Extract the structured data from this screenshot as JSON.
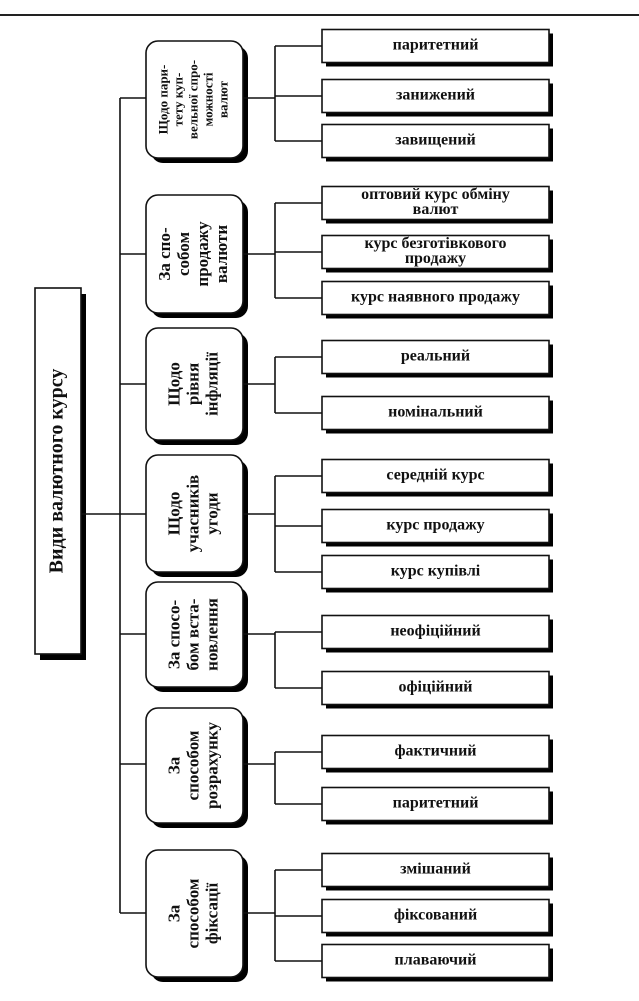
{
  "root": {
    "label": "Види валютного курсу"
  },
  "categories": [
    {
      "lines": [
        "Щодо пари-",
        "тету куп-",
        "вельної спро-",
        "можності",
        "валют"
      ],
      "items": [
        "паритетний",
        "занижений",
        "завищений"
      ]
    },
    {
      "lines": [
        "За спо-",
        "собом",
        "продажу",
        "валюти"
      ],
      "items": [
        [
          "оптовий курс обміну",
          "валют"
        ],
        [
          "курс безготівкового",
          "продажу"
        ],
        [
          "курс наявного продажу"
        ]
      ]
    },
    {
      "lines": [
        "Щодо",
        "рівня",
        "інфляції"
      ],
      "items": [
        "реальний",
        "номінальний"
      ]
    },
    {
      "lines": [
        "Щодо",
        "учасників",
        "угоди"
      ],
      "items": [
        "середній курс",
        "курс продажу",
        "курс купівлі"
      ]
    },
    {
      "lines": [
        "За спосо-",
        "бом вста-",
        "новлення"
      ],
      "items": [
        "неофіційний",
        "офіційний"
      ]
    },
    {
      "lines": [
        "За",
        "способом",
        "розрахунку"
      ],
      "items": [
        "фактичний",
        "паритетний"
      ]
    },
    {
      "lines": [
        "За",
        "способом",
        "фіксації"
      ],
      "items": [
        "змішаний",
        "фіксований",
        "плаваючий"
      ]
    }
  ]
}
